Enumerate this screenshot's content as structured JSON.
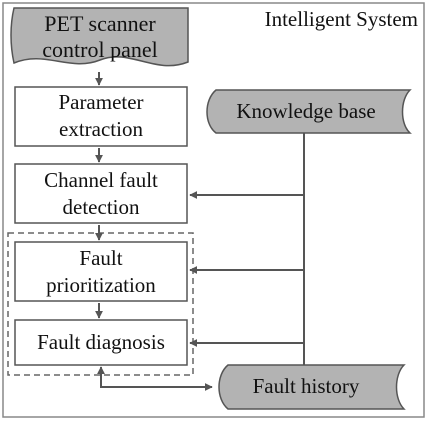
{
  "system_title": "Intelligent System",
  "nodes": {
    "control_panel": {
      "line1": "PET scanner",
      "line2": "control panel"
    },
    "param_extraction": {
      "line1": "Parameter",
      "line2": "extraction"
    },
    "channel_fault": {
      "line1": "Channel fault",
      "line2": "detection"
    },
    "prioritization": {
      "line1": "Fault",
      "line2": "prioritization"
    },
    "diagnosis": {
      "label": "Fault diagnosis"
    },
    "knowledge_base": {
      "label": "Knowledge base"
    },
    "fault_history": {
      "label": "Fault history"
    }
  },
  "colors": {
    "document_fill": "#b3b3b3",
    "process_fill": "#ffffff",
    "stroke": "#555555",
    "arrow": "#555555",
    "frame": "#888888"
  }
}
